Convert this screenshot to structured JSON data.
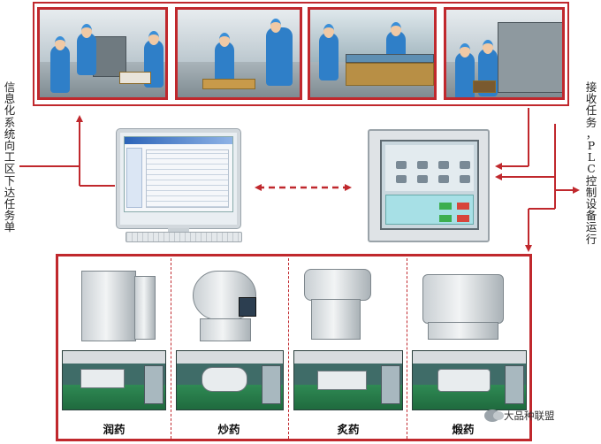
{
  "left_vertical_text": "信息化系统向工区下达任务单",
  "right_vertical_text": "接收任务，PLC控制设备运行",
  "equipment_labels": [
    "润药",
    "炒药",
    "炙药",
    "煅药"
  ],
  "watermark_text": "大品种联盟",
  "colors": {
    "frame_red": "#c0282d",
    "worker_blue": "#2f7fc8"
  }
}
